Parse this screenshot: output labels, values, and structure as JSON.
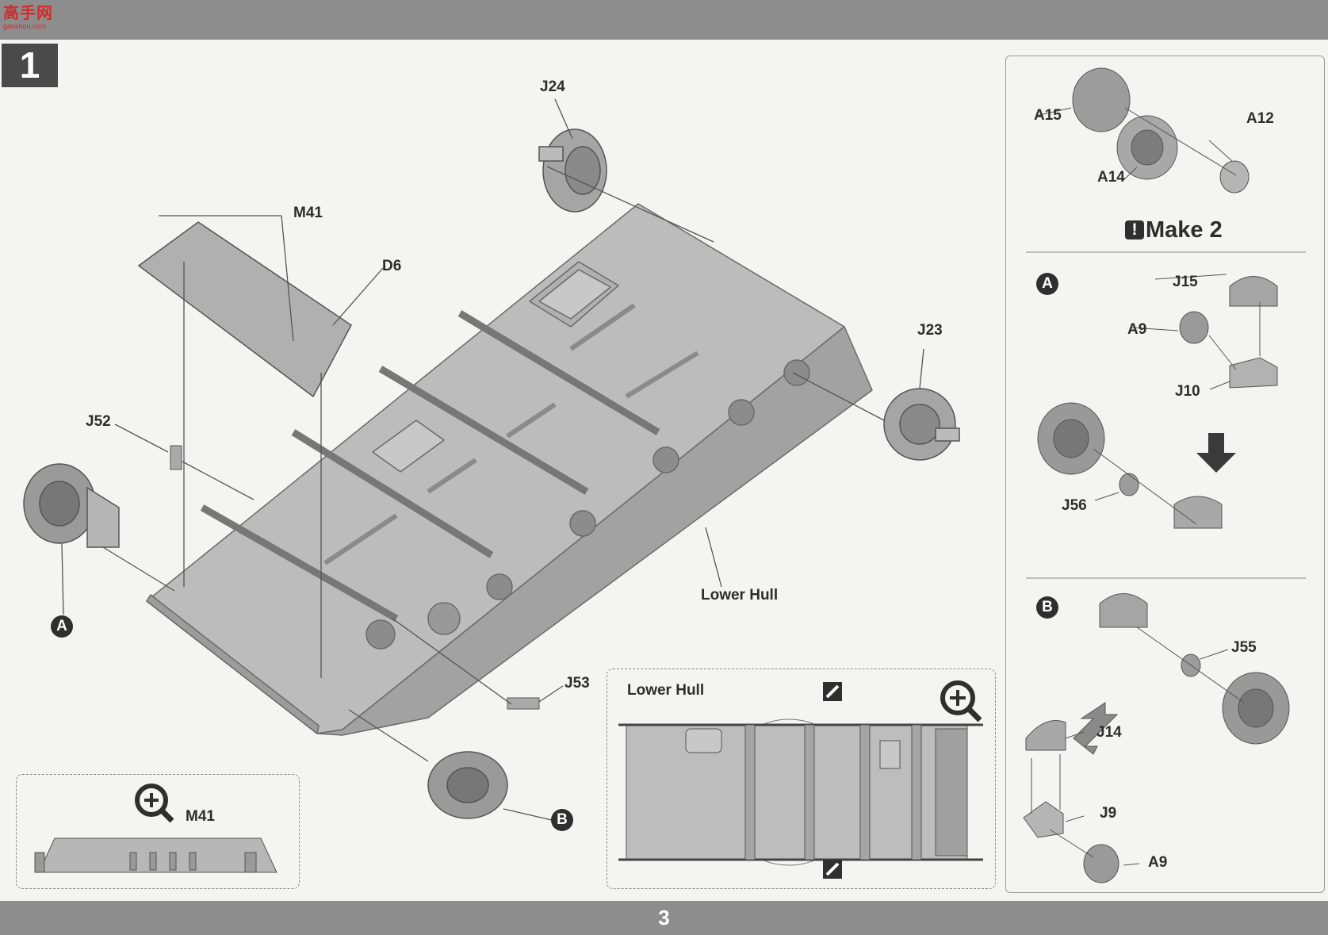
{
  "header": {
    "logo_text": "高手网",
    "logo_sub": "gaoshou.com",
    "step_number": "1"
  },
  "footer": {
    "page_number": "3"
  },
  "labels": {
    "j24": "J24",
    "m41": "M41",
    "d6": "D6",
    "j23": "J23",
    "j52": "J52",
    "lower_hull": "Lower Hull",
    "j53": "J53",
    "callout_a": "A",
    "callout_b": "B"
  },
  "inset_m41": {
    "label": "M41"
  },
  "inset_lower_hull": {
    "title": "Lower Hull"
  },
  "side_panel": {
    "a15": "A15",
    "a12": "A12",
    "a14": "A14",
    "make_text": "Make 2",
    "make_icon": "!",
    "section_a": "A",
    "j15": "J15",
    "a9_top": "A9",
    "j10": "J10",
    "j56": "J56",
    "section_b": "B",
    "j55": "J55",
    "j14": "J14",
    "j9": "J9",
    "a9_bottom": "A9"
  },
  "colors": {
    "bars": "#8d8d8d",
    "part_fill": "#b9b9b9",
    "part_dark": "#7c7c7c",
    "callout": "#2f2f2f"
  }
}
